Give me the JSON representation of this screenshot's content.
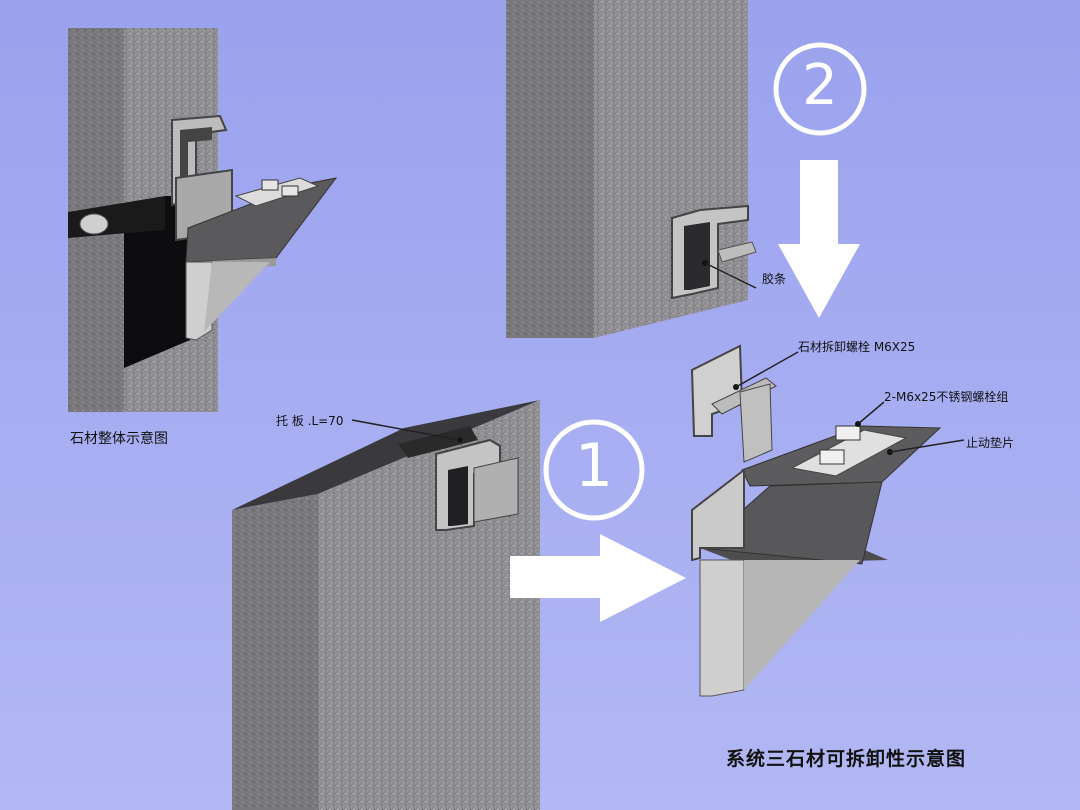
{
  "labels": {
    "overall_caption": "石材整体示意图",
    "bracket_label": "托 板 .L=70",
    "rubber_strip": "胶条",
    "removal_bolt": "石材拆卸螺栓 M6X25",
    "bolt_set": "2-M6x25不锈钢螺栓组",
    "stop_washer": "止动垫片",
    "main_title": "系统三石材可拆卸性示意图"
  },
  "steps": {
    "step1": "①",
    "step2": "②"
  },
  "colors": {
    "background": "#a3abf0",
    "stone_front": "#8f8f94",
    "stone_side": "#75757a",
    "stone_top": "#3c3c40",
    "metal_light": "#c8c8c8",
    "metal_dark": "#555555",
    "arrow": "#ffffff"
  }
}
